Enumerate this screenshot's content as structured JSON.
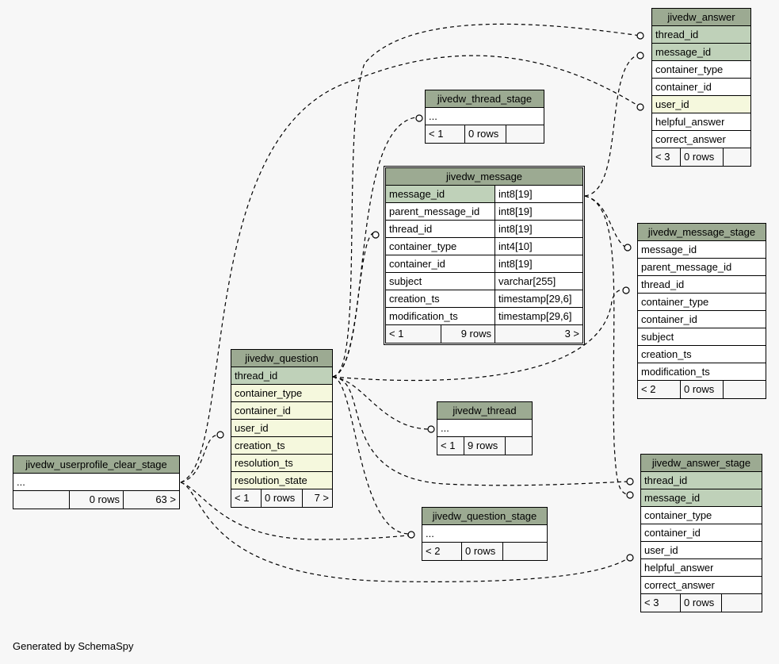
{
  "tables": {
    "jivedw_answer": {
      "name": "jivedw_answer",
      "columns": [
        "thread_id",
        "message_id",
        "container_type",
        "container_id",
        "user_id",
        "helpful_answer",
        "correct_answer"
      ],
      "footer": [
        "< 3",
        "0 rows",
        ""
      ]
    },
    "jivedw_thread_stage": {
      "name": "jivedw_thread_stage",
      "columns": [
        "..."
      ],
      "footer": [
        "< 1",
        "0 rows",
        ""
      ]
    },
    "jivedw_message": {
      "name": "jivedw_message",
      "columns": [
        {
          "name": "message_id",
          "type": "int8[19]"
        },
        {
          "name": "parent_message_id",
          "type": "int8[19]"
        },
        {
          "name": "thread_id",
          "type": "int8[19]"
        },
        {
          "name": "container_type",
          "type": "int4[10]"
        },
        {
          "name": "container_id",
          "type": "int8[19]"
        },
        {
          "name": "subject",
          "type": "varchar[255]"
        },
        {
          "name": "creation_ts",
          "type": "timestamp[29,6]"
        },
        {
          "name": "modification_ts",
          "type": "timestamp[29,6]"
        }
      ],
      "footer": [
        "< 1",
        "9 rows",
        "3 >"
      ]
    },
    "jivedw_message_stage": {
      "name": "jivedw_message_stage",
      "columns": [
        "message_id",
        "parent_message_id",
        "thread_id",
        "container_type",
        "container_id",
        "subject",
        "creation_ts",
        "modification_ts"
      ],
      "footer": [
        "< 2",
        "0 rows",
        ""
      ]
    },
    "jivedw_question": {
      "name": "jivedw_question",
      "columns": [
        "thread_id",
        "container_type",
        "container_id",
        "user_id",
        "creation_ts",
        "resolution_ts",
        "resolution_state"
      ],
      "footer": [
        "< 1",
        "0 rows",
        "7 >"
      ]
    },
    "jivedw_thread": {
      "name": "jivedw_thread",
      "columns": [
        "..."
      ],
      "footer": [
        "< 1",
        "9 rows",
        ""
      ]
    },
    "jivedw_userprofile_clear_stage": {
      "name": "jivedw_userprofile_clear_stage",
      "columns": [
        "..."
      ],
      "footer": [
        "",
        "0 rows",
        "63 >"
      ]
    },
    "jivedw_answer_stage": {
      "name": "jivedw_answer_stage",
      "columns": [
        "thread_id",
        "message_id",
        "container_type",
        "container_id",
        "user_id",
        "helpful_answer",
        "correct_answer"
      ],
      "footer": [
        "< 3",
        "0 rows",
        ""
      ]
    },
    "jivedw_question_stage": {
      "name": "jivedw_question_stage",
      "columns": [
        "..."
      ],
      "footer": [
        "< 2",
        "0 rows",
        ""
      ]
    }
  },
  "footer_text": "Generated by SchemaSpy",
  "colors": {
    "header": "#9caa92",
    "primary_key": "#bfd1b9",
    "foreign_key": "#f5f8dd",
    "background": "#f7f7f7"
  }
}
